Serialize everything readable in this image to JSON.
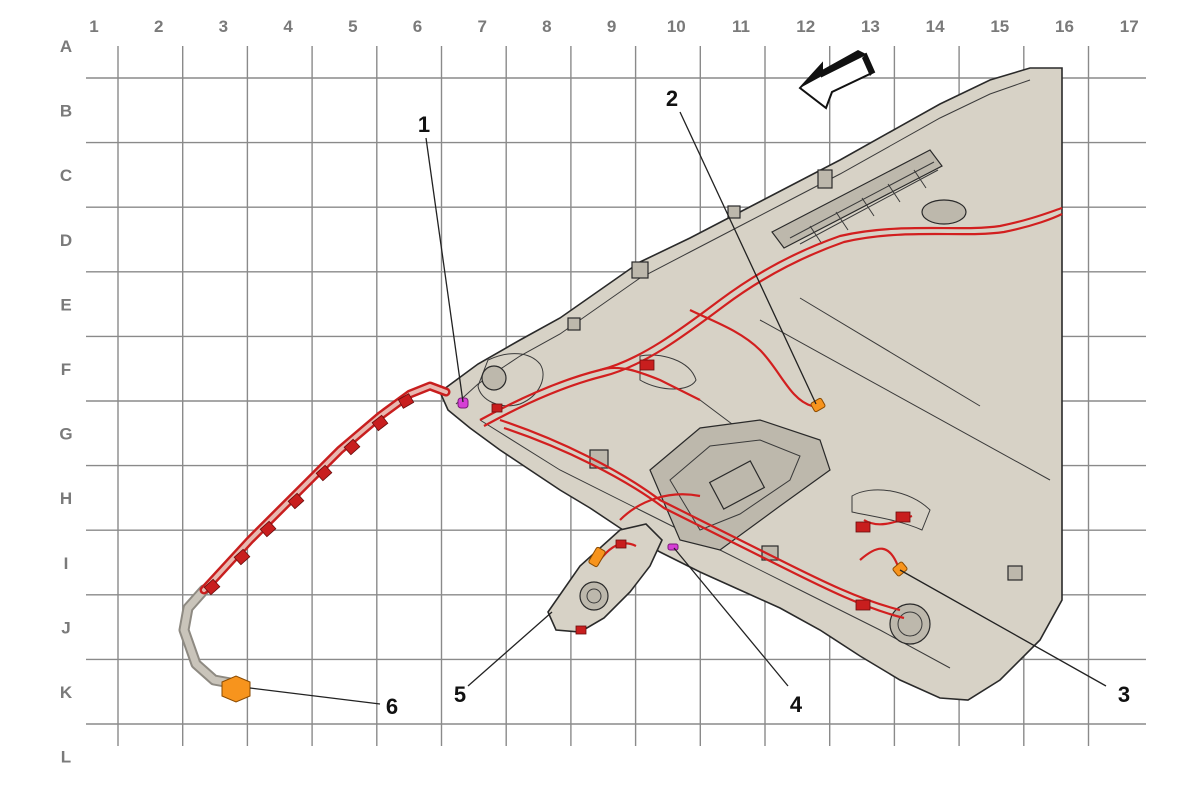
{
  "grid": {
    "columns": [
      "1",
      "2",
      "3",
      "4",
      "5",
      "6",
      "7",
      "8",
      "9",
      "10",
      "11",
      "12",
      "13",
      "14",
      "15",
      "16",
      "17"
    ],
    "rows": [
      "A",
      "B",
      "C",
      "D",
      "E",
      "F",
      "G",
      "H",
      "I",
      "J",
      "K",
      "L"
    ]
  },
  "callouts": [
    {
      "id": "callout-1",
      "label": "1",
      "component": "magenta connector"
    },
    {
      "id": "callout-2",
      "label": "2",
      "component": "orange connector"
    },
    {
      "id": "callout-3",
      "label": "3",
      "component": "orange connector"
    },
    {
      "id": "callout-4",
      "label": "4",
      "component": "magenta connector"
    },
    {
      "id": "callout-5",
      "label": "5",
      "component": "console"
    },
    {
      "id": "callout-6",
      "label": "6",
      "component": "orange connector"
    }
  ],
  "colors": {
    "grid": "#8a8a8a",
    "headliner": "#d7d2c6",
    "harness": "#d21f1f",
    "connector_orange": "#f7941d",
    "connector_magenta": "#d63fd6",
    "outline": "#2a2a2a"
  },
  "icons": [
    "direction-arrow-icon"
  ]
}
